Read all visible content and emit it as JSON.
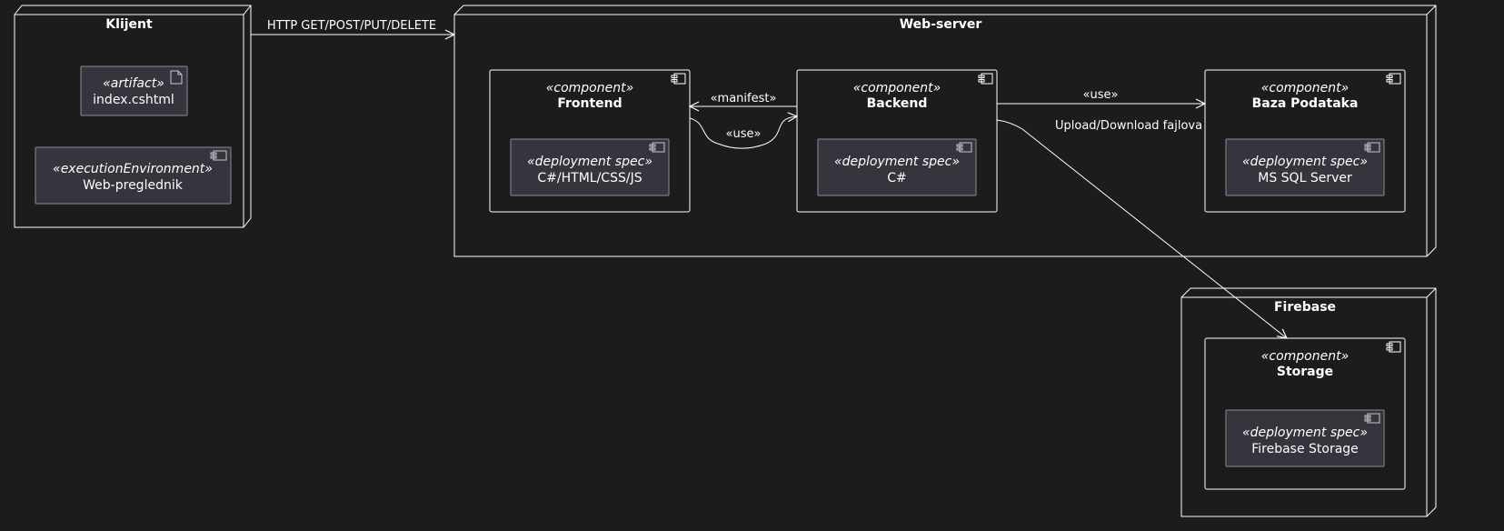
{
  "nodes": {
    "klijent": {
      "title": "Klijent",
      "artifact": {
        "stereotype": "«artifact»",
        "label": "index.cshtml"
      },
      "env": {
        "stereotype": "«executionEnvironment»",
        "label": "Web-preglednik"
      }
    },
    "webserver": {
      "title": "Web-server",
      "frontend": {
        "stereotype": "«component»",
        "title": "Frontend",
        "spec_stereotype": "«deployment spec»",
        "spec_label": "C#/HTML/CSS/JS"
      },
      "backend": {
        "stereotype": "«component»",
        "title": "Backend",
        "spec_stereotype": "«deployment spec»",
        "spec_label": "C#"
      },
      "baza": {
        "stereotype": "«component»",
        "title": "Baza Podataka",
        "spec_stereotype": "«deployment spec»",
        "spec_label": "MS SQL Server"
      }
    },
    "firebase": {
      "title": "Firebase",
      "storage": {
        "stereotype": "«component»",
        "title": "Storage",
        "spec_stereotype": "«deployment spec»",
        "spec_label": "Firebase Storage"
      }
    }
  },
  "edges": {
    "http": "HTTP GET/POST/PUT/DELETE",
    "manifest": "«manifest»",
    "use_front_back": "«use»",
    "use_back_db": "«use»",
    "upload": "Upload/Download fajlova"
  },
  "colors": {
    "background": "#1c1c1c",
    "line": "#ffffff",
    "inner_fill": "#35353d",
    "inner_stroke": "#8a8a95"
  }
}
